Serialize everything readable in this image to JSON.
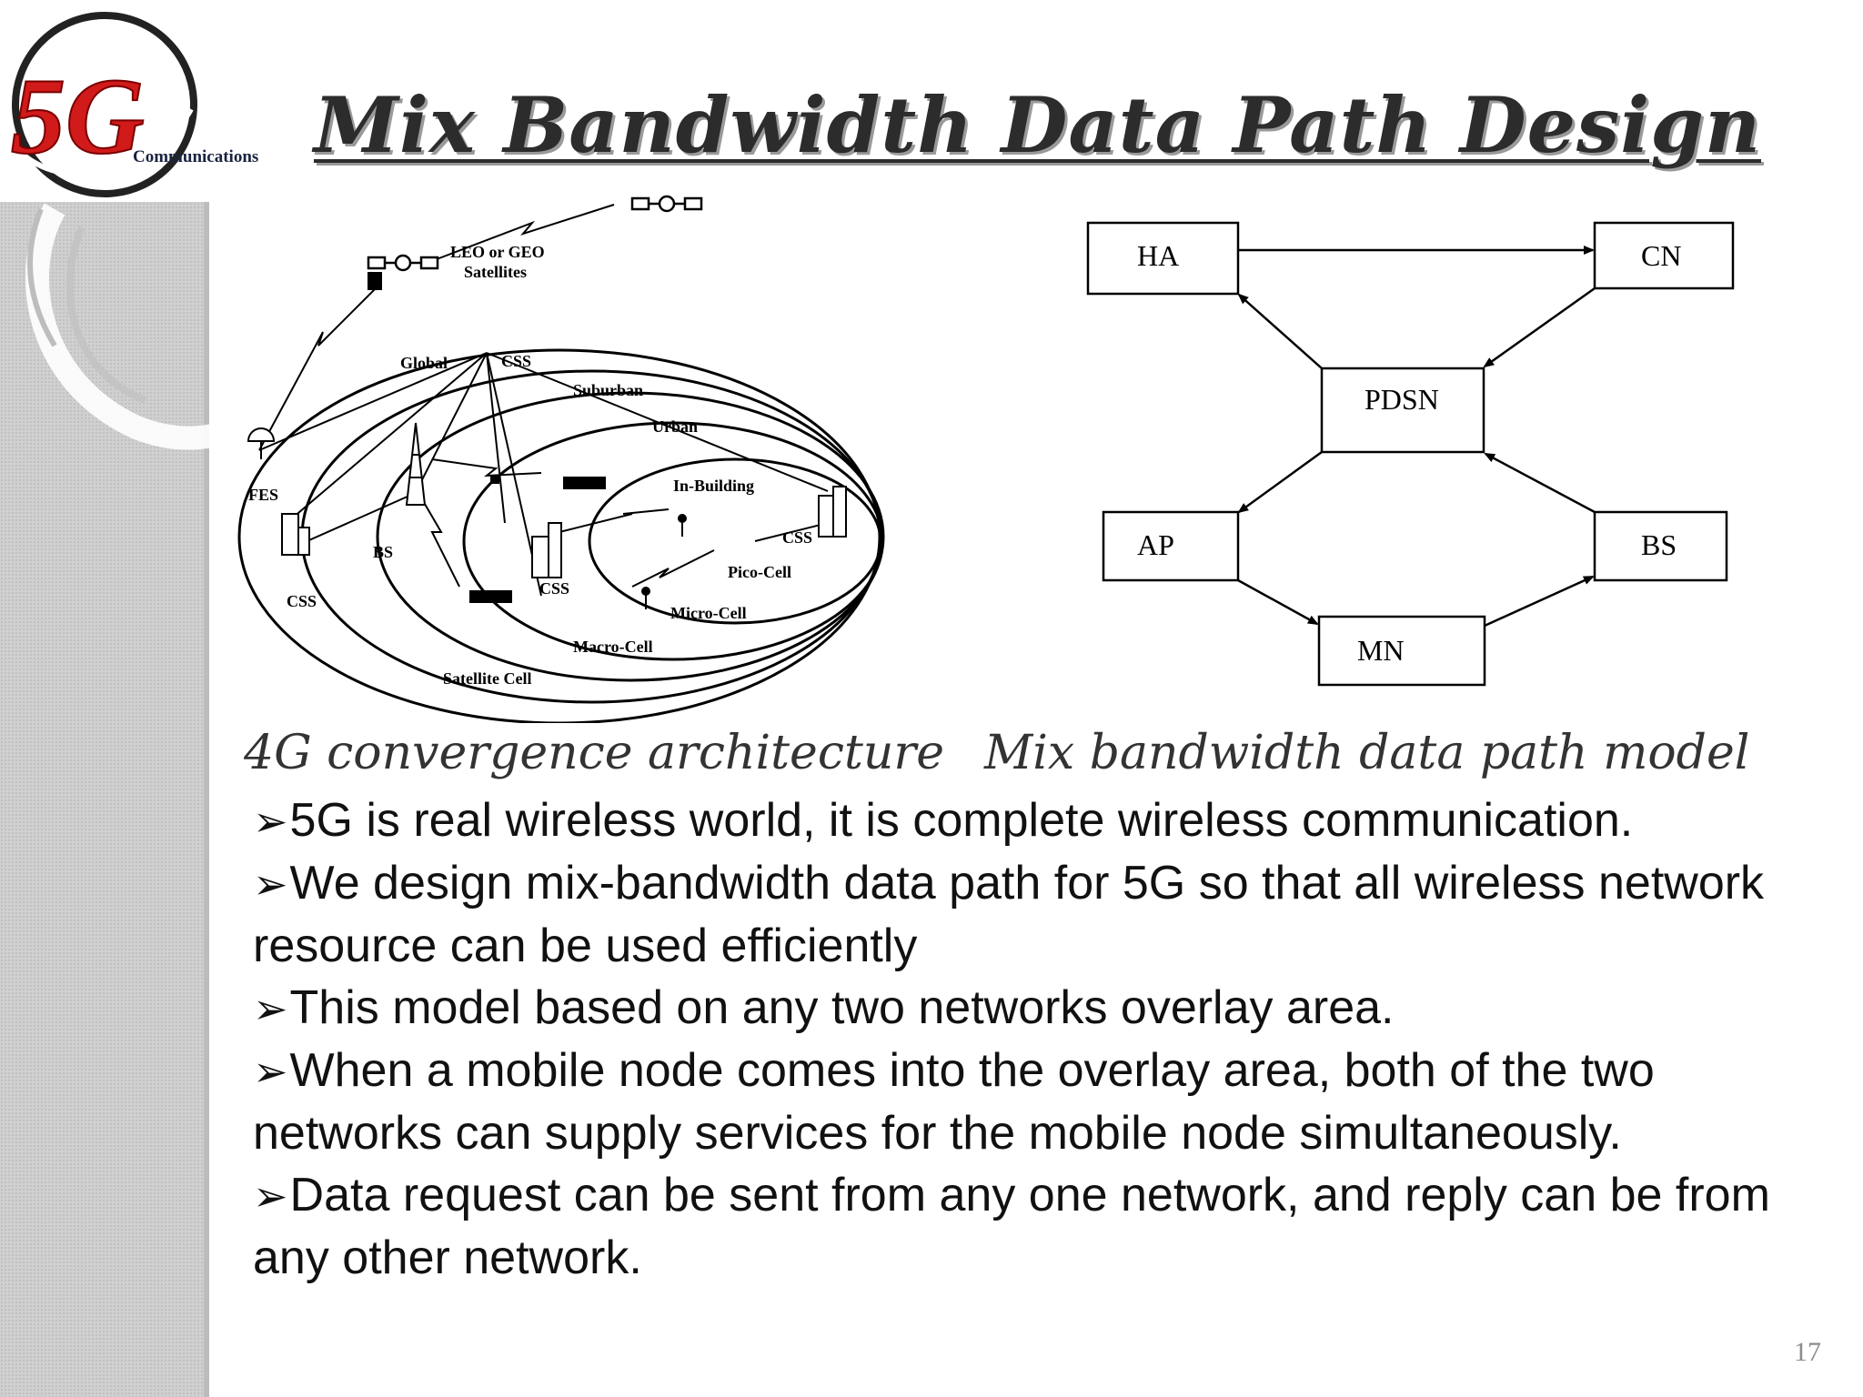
{
  "logo": {
    "mark": "5G",
    "tagline": "Communications"
  },
  "title": "Mix Bandwidth Data Path Design",
  "figure_left": {
    "labels": {
      "satellites": [
        "LEO or GEO",
        "Satellites"
      ],
      "global": "Global",
      "css_top": "CSS",
      "suburban": "Suburban",
      "urban": "Urban",
      "in_building": "In-Building",
      "fes": "FES",
      "bs": "BS",
      "css_left": "CSS",
      "css_mid": "CSS",
      "css_right": "CSS",
      "pico_cell": "Pico-Cell",
      "micro_cell": "Micro-Cell",
      "macro_cell": "Macro-Cell",
      "satellite_cell": "Satellite Cell"
    }
  },
  "figure_right": {
    "nodes": {
      "ha": "HA",
      "cn": "CN",
      "pdsn": "PDSN",
      "ap": "AP",
      "bs": "BS",
      "mn": "MN"
    }
  },
  "captions": {
    "left": "4G convergence architecture",
    "right": "Mix bandwidth data path model"
  },
  "bullets": [
    {
      "marker": "➢",
      "text": "5G is real wireless world, it is complete wireless communication."
    },
    {
      "marker": "➢",
      "text": "We design mix-bandwidth data path for 5G so that all wireless network resource can be used efficiently"
    },
    {
      "marker": "➢",
      "text": "This model based on any two networks overlay area."
    },
    {
      "marker": "➢",
      "text": "When a mobile node comes into the overlay area, both of the two networks can supply services for the mobile node simultaneously."
    },
    {
      "marker": "➢",
      "text": "Data request can be sent from any one network, and reply can be from any other network."
    }
  ],
  "page_number": "17",
  "colors": {
    "logo_red": "#d11a1a",
    "sidebar_grey": "#d0d0d0",
    "title_text": "#2c2c2c"
  }
}
